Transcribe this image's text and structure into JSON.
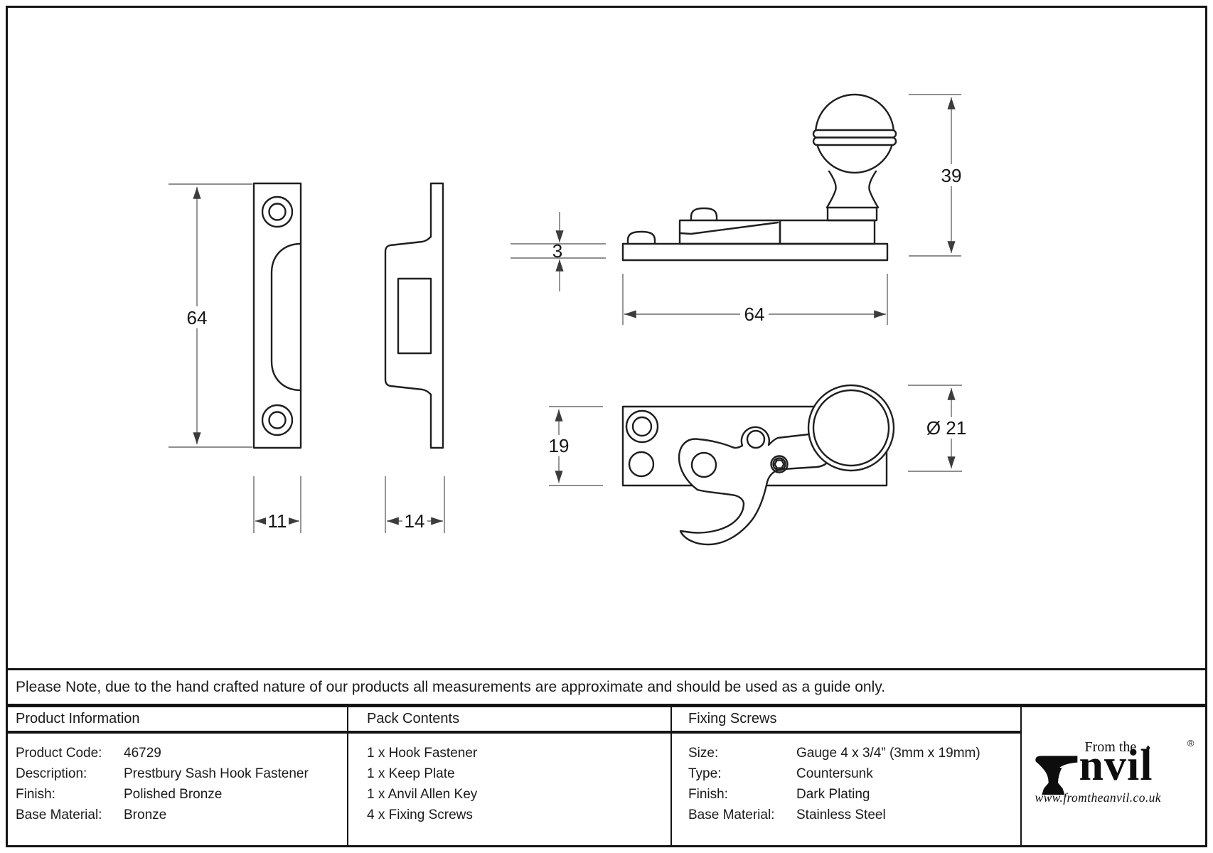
{
  "note": "Please Note, due to the hand crafted nature of our products all measurements are approximate and should be used as a guide only.",
  "drawing": {
    "dims": {
      "keep_plate_height": "64",
      "keep_plate_width": "11",
      "keep_plate_depth": "14",
      "base_thickness": "3",
      "fastener_height": "39",
      "fastener_length": "64",
      "fastener_plate_height": "19",
      "knob_diameter": "Ø 21"
    }
  },
  "table": {
    "product_information": {
      "title": "Product Information",
      "rows": [
        {
          "label": "Product Code:",
          "value": "46729"
        },
        {
          "label": "Description:",
          "value": "Prestbury Sash Hook Fastener"
        },
        {
          "label": "Finish:",
          "value": "Polished Bronze"
        },
        {
          "label": "Base Material:",
          "value": "Bronze"
        }
      ]
    },
    "pack_contents": {
      "title": "Pack Contents",
      "items": [
        "1 x Hook Fastener",
        "1 x Keep Plate",
        "1 x Anvil Allen Key",
        "4 x Fixing Screws"
      ]
    },
    "fixing_screws": {
      "title": "Fixing Screws",
      "rows": [
        {
          "label": "Size:",
          "value": "Gauge 4 x 3/4” (3mm x 19mm)"
        },
        {
          "label": "Type:",
          "value": "Countersunk"
        },
        {
          "label": "Finish:",
          "value": "Dark Plating"
        },
        {
          "label": "Base Material:",
          "value": "Stainless Steel"
        }
      ]
    },
    "logo": {
      "tagline": "From the",
      "diamond": "♦",
      "brand_rest": "nvil",
      "registered": "®",
      "url": "www.fromtheanvil.co.uk"
    }
  }
}
